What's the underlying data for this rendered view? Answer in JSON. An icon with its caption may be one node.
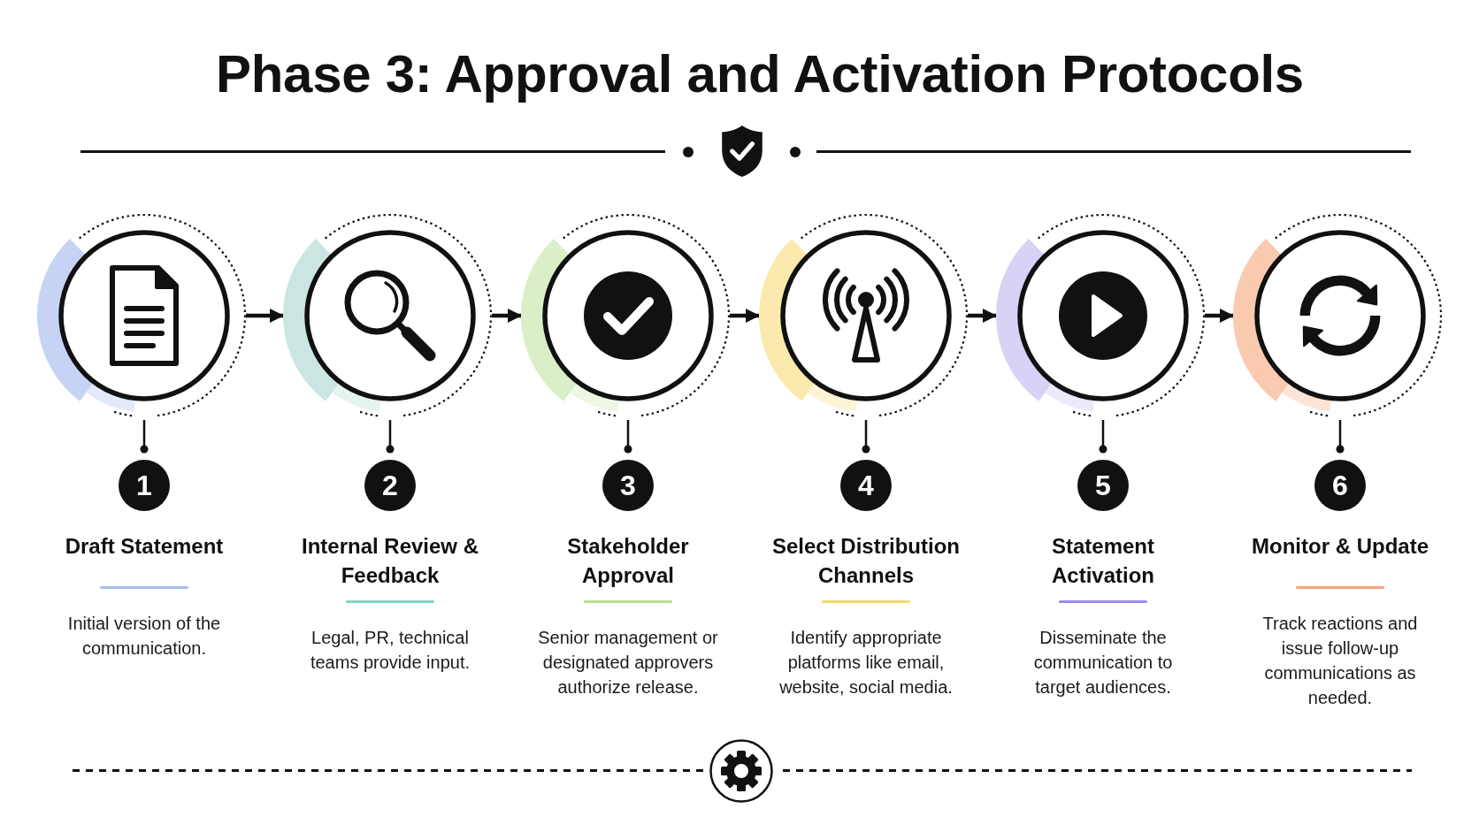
{
  "diagram": {
    "title": "Phase 3: Approval and Activation Protocols",
    "nodes": [
      {
        "text": [],
        "shape": "circle"
      },
      {
        "text": [],
        "shape": "circle"
      },
      {
        "text": [],
        "shape": "circle"
      },
      {
        "text": [],
        "shape": "circle"
      },
      {
        "text": [],
        "shape": "circle"
      },
      {
        "text": [],
        "shape": "circle"
      },
      {
        "text": [
          "1"
        ],
        "beside": [
          "Draft Statement",
          "Initial version of the communication."
        ]
      },
      {
        "text": [
          "2"
        ],
        "beside": [
          "Internal Review & Feedback",
          "Legal, PR, technical teams provide input."
        ]
      },
      {
        "text": [
          "3"
        ],
        "beside": [
          "Stakeholder Approval",
          "Senior management or designated approvers authorize release."
        ]
      },
      {
        "text": [
          "4"
        ],
        "beside": [
          "Select Distribution Channels",
          "Identify appropriate platforms like email, website, social media."
        ]
      },
      {
        "text": [
          "5"
        ],
        "beside": [
          "Statement Activation",
          "Disseminate the communication to target audiences."
        ]
      },
      {
        "text": [
          "6"
        ],
        "beside": [
          "Monitor & Update",
          "Track reactions and issue follow-up communications as needed."
        ]
      }
    ],
    "edges": [
      {
        "from": 0,
        "to": 1,
        "arrow": "to"
      },
      {
        "from": 1,
        "to": 2,
        "arrow": "to"
      },
      {
        "from": 2,
        "to": 3,
        "arrow": "to"
      },
      {
        "from": 3,
        "to": 4,
        "arrow": "to"
      },
      {
        "from": 4,
        "to": 5,
        "arrow": "to"
      },
      {
        "from": 0,
        "to": 6,
        "arrow": "other"
      },
      {
        "from": 1,
        "to": 7,
        "arrow": "other"
      },
      {
        "from": 2,
        "to": 8,
        "arrow": "other"
      },
      {
        "from": 3,
        "to": 9,
        "arrow": "other"
      },
      {
        "from": 4,
        "to": 10,
        "arrow": "other"
      },
      {
        "from": 5,
        "to": 11,
        "arrow": "other"
      }
    ]
  }
}
